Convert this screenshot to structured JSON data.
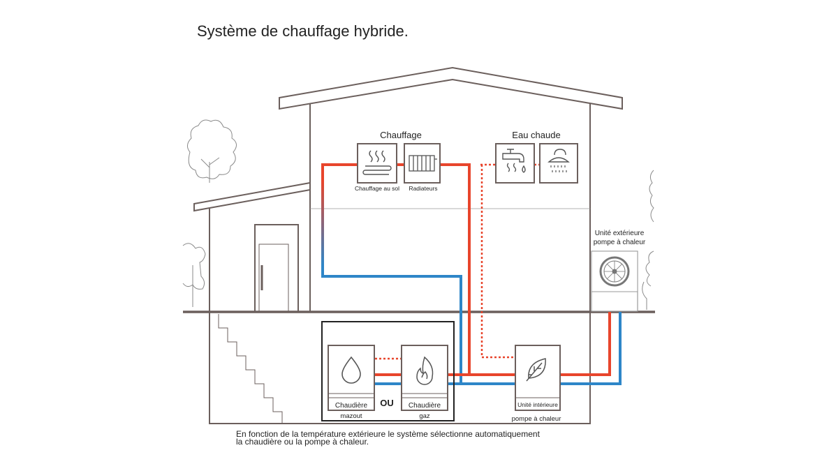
{
  "title": "Système de chauffage hybride.",
  "labels": {
    "chauffage": "Chauffage",
    "eau_chaude": "Eau chaude",
    "chauffage_au_sol": "Chauffage au sol",
    "radiateurs": "Radiateurs",
    "unite_exterieure_line1": "Unité extérieure",
    "unite_exterieure_line2": "pompe à chaleur",
    "chaudiere_mazout_line1": "Chaudière",
    "chaudiere_mazout_line2": "mazout",
    "ou": "OU",
    "chaudiere_gaz_line1": "Chaudière",
    "chaudiere_gaz_line2": "gaz",
    "unite_interieure_line1": "Unité intérieure",
    "unite_interieure_line2": "pompe à chaleur"
  },
  "caption": {
    "line1": "En fonction de la température extérieure le système sélectionne automatiquement",
    "line2": "la chaudière ou la pompe à chaleur."
  },
  "colors": {
    "hot": "#e8452c",
    "cold": "#2e86c8",
    "outline": "#6b5f5c",
    "icon": "#555555"
  },
  "icons": [
    "underfloor-heating-icon",
    "radiator-icon",
    "faucet-icon",
    "shower-icon",
    "heat-pump-fan-icon",
    "oil-drop-icon",
    "gas-flame-icon",
    "leaf-icon"
  ]
}
